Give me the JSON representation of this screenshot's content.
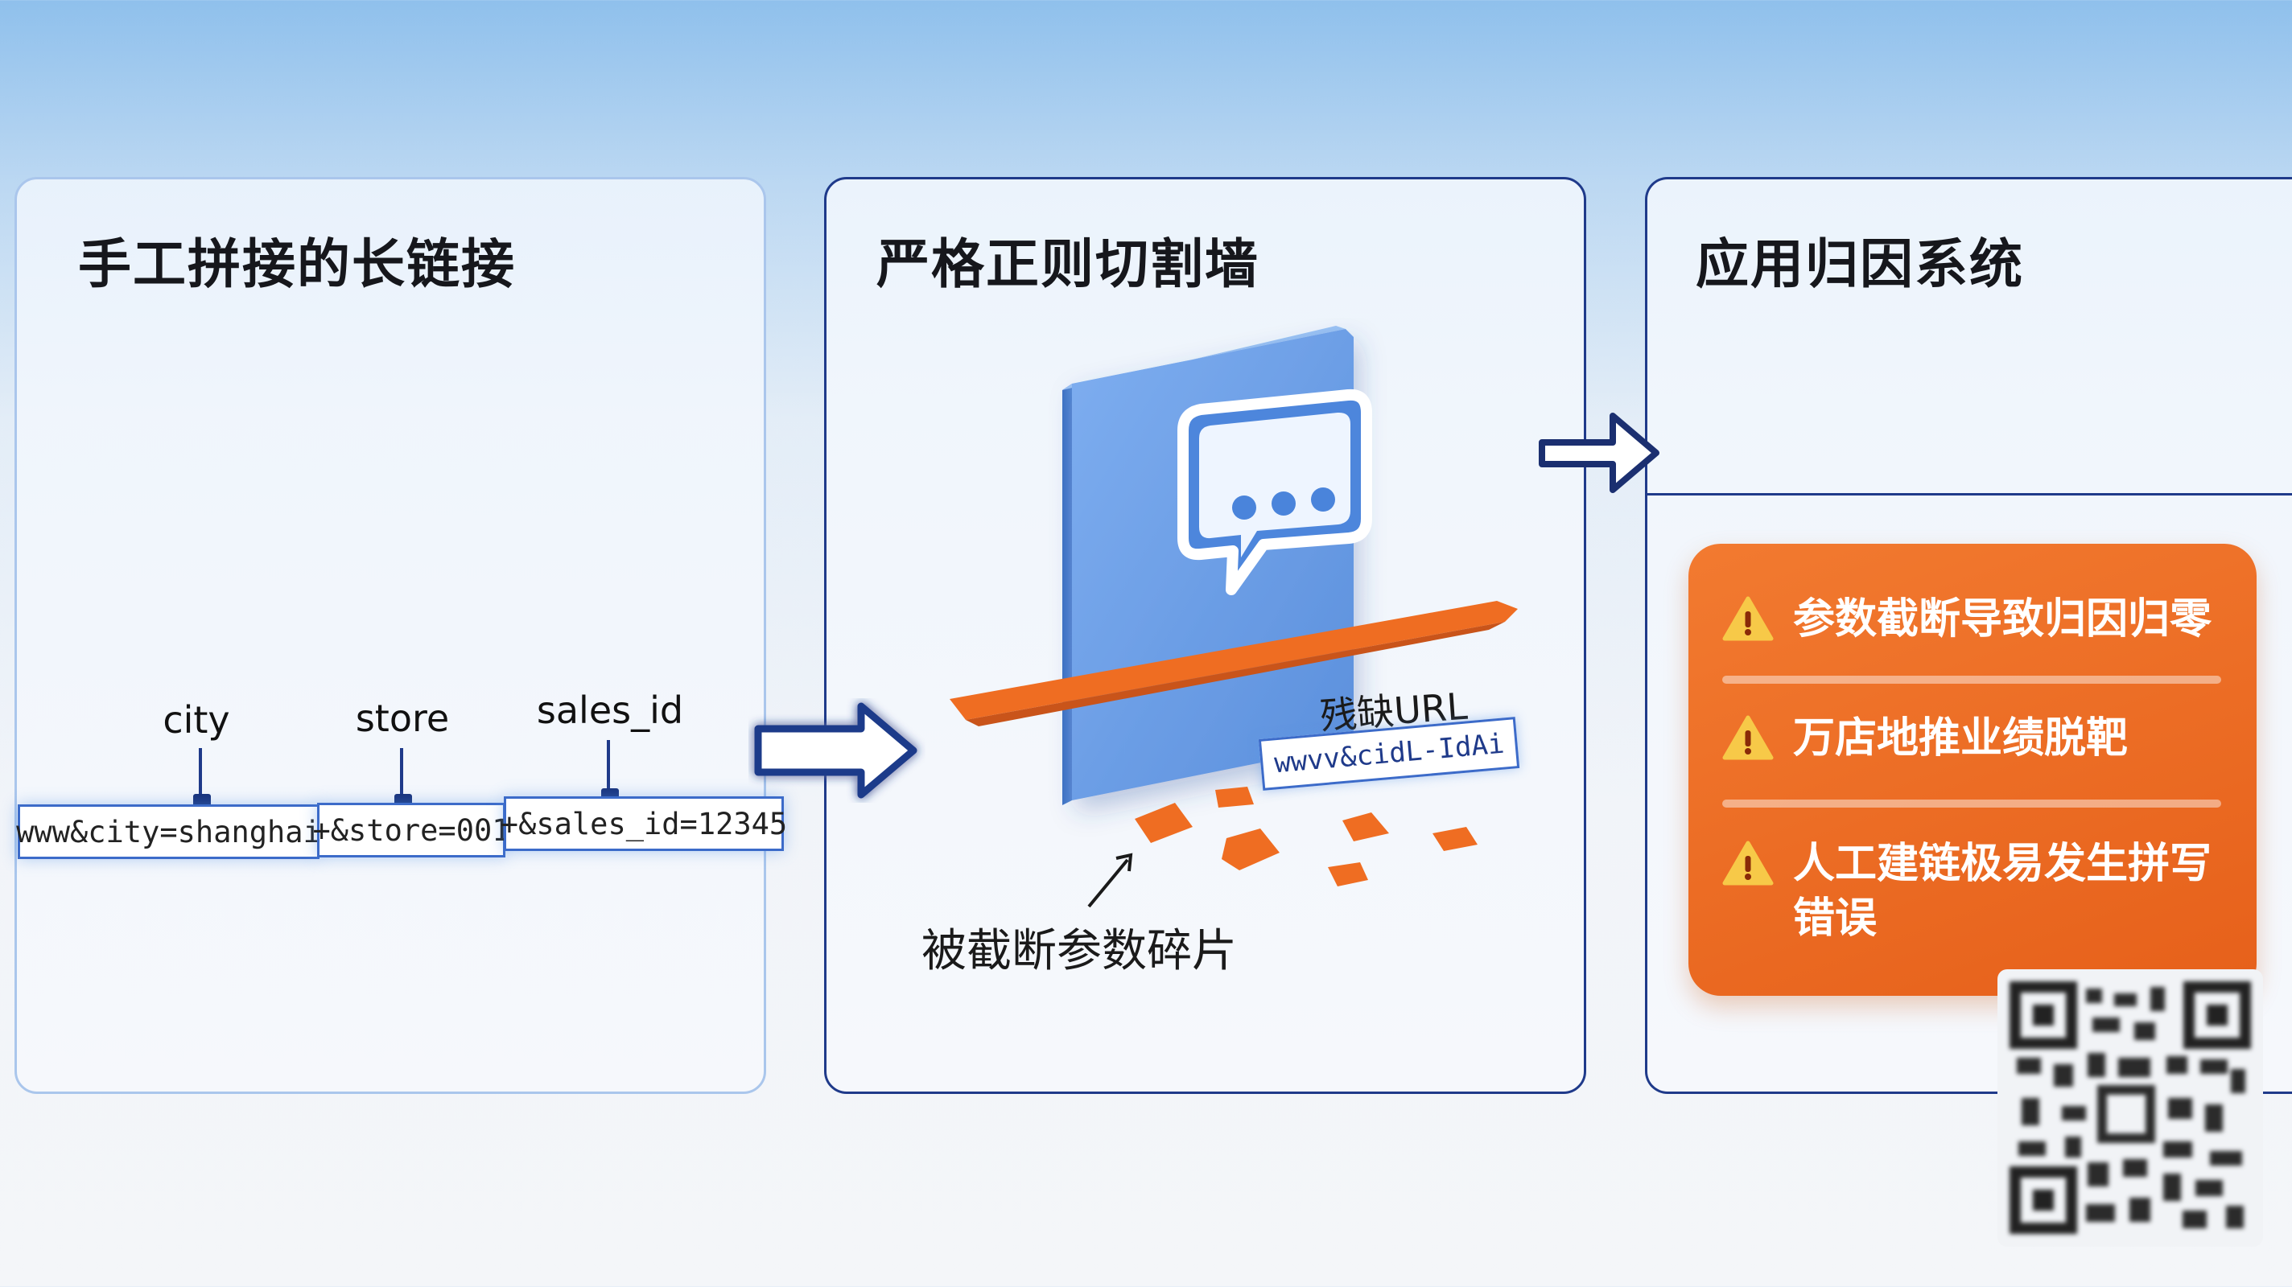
{
  "panels": [
    {
      "title": "手工拼接的长链接"
    },
    {
      "title": "严格正则切割墙"
    },
    {
      "title": "应用归因系统"
    }
  ],
  "url_labels": [
    "city",
    "store",
    "sales_id"
  ],
  "url_segments": [
    "www&city=shanghai",
    "+&store=001",
    "+&sales_id=12345"
  ],
  "broken": {
    "caption": "残缺URL",
    "url_text": "wwvv&cidL-IdAi",
    "fragments_caption": "被截断参数碎片"
  },
  "warnings": [
    "参数截断导致归因归零",
    "万店地推业绩脱靶",
    "人工建链极易发生拼写错误"
  ],
  "colors": {
    "accent_blue": "#1f3a8a",
    "wall_blue": "#6fa0e6",
    "warning_orange": "#ea6a22",
    "fragment_orange": "#ee6f22"
  },
  "icons": [
    "chat-bubble-icon",
    "warning-icon",
    "arrow-right-icon",
    "qr-code-icon"
  ]
}
